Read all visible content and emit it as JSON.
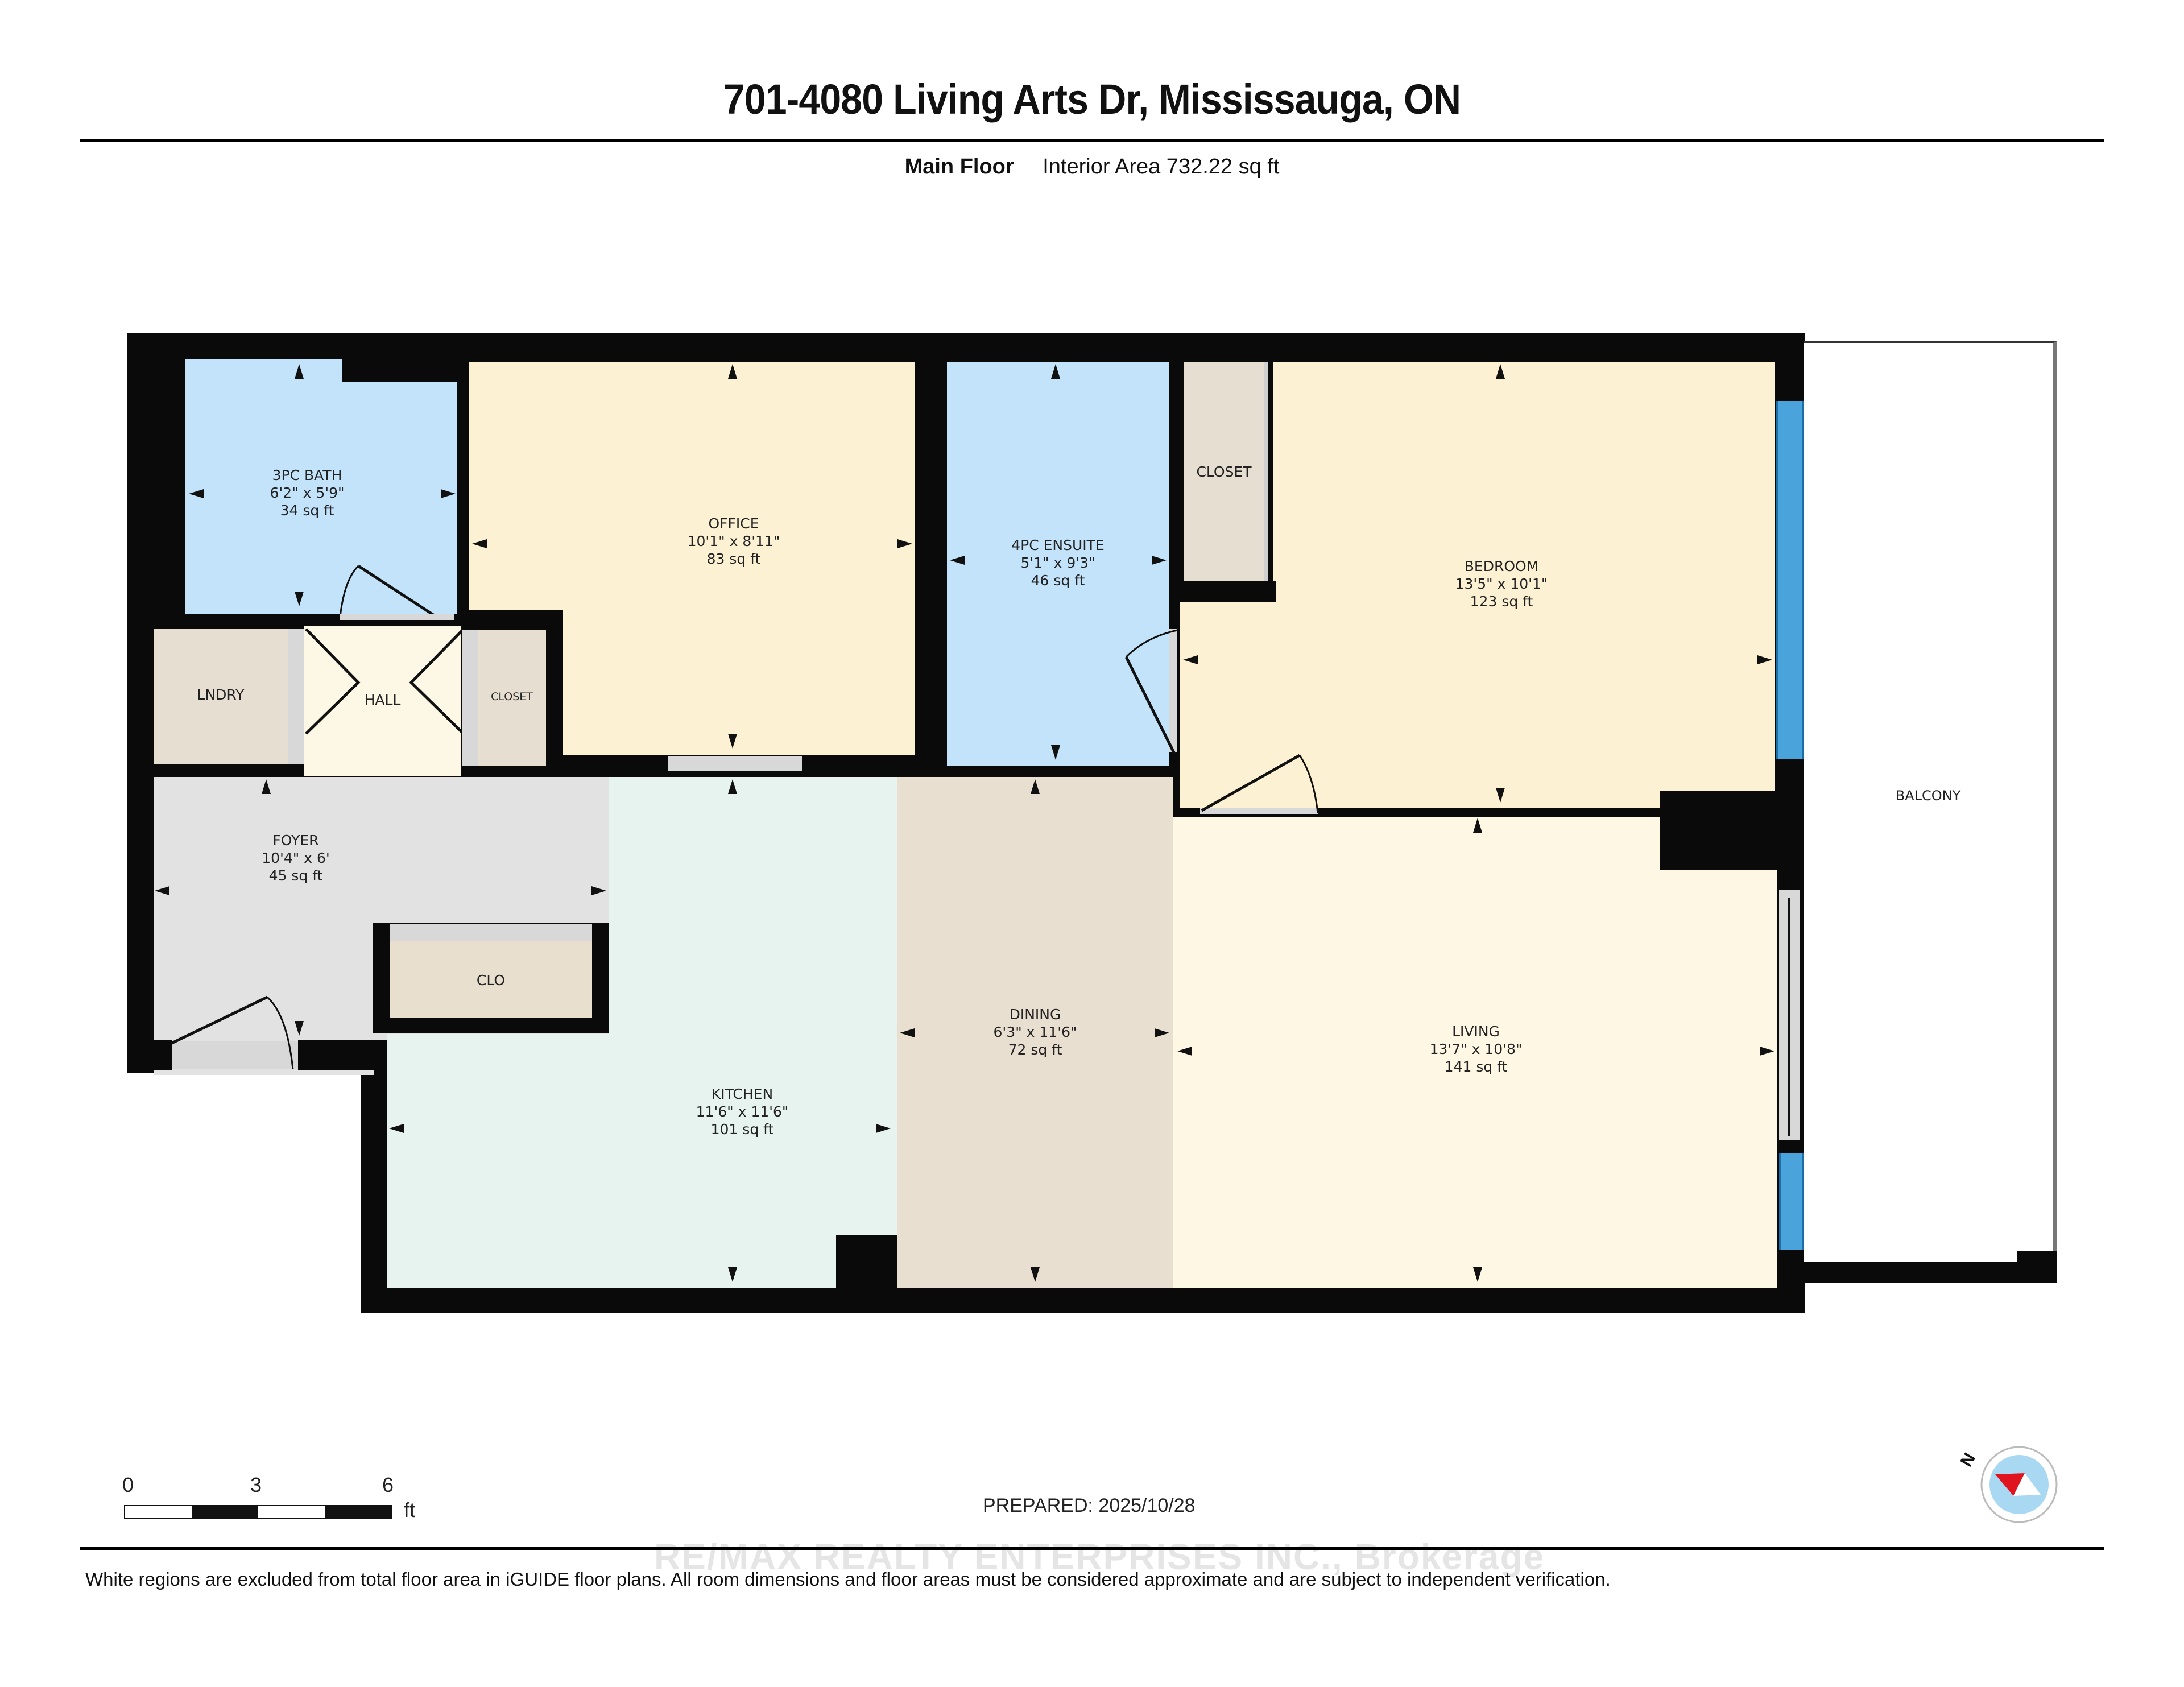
{
  "header": {
    "title": "701-4080 Living Arts Dr, Mississauga, ON",
    "floor_label": "Main Floor",
    "interior_area": "Interior Area 732.22 sq ft"
  },
  "rooms": {
    "bath3": {
      "name": "3PC BATH",
      "dims": "6'2\" x 5'9\"",
      "area": "34 sq ft",
      "color": "#c3e3fa"
    },
    "office": {
      "name": "OFFICE",
      "dims": "10'1\" x 8'11\"",
      "area": "83 sq ft",
      "color": "#fdf1d3"
    },
    "ensuite4": {
      "name": "4PC ENSUITE",
      "dims": "5'1\" x 9'3\"",
      "area": "46 sq ft",
      "color": "#c3e3fa"
    },
    "closet_bed": {
      "name": "CLOSET",
      "color": "#e6ded0"
    },
    "bedroom": {
      "name": "BEDROOM",
      "dims": "13'5\" x 10'1\"",
      "area": "123 sq ft",
      "color": "#fdf1d3"
    },
    "laundry": {
      "name": "LNDRY",
      "color": "#e6ded0"
    },
    "hall": {
      "name": "HALL",
      "color": "#fdf8e6"
    },
    "closet_hall": {
      "name": "CLOSET",
      "color": "#e6ded0"
    },
    "foyer": {
      "name": "FOYER",
      "dims": "10'4\" x 6'",
      "area": "45 sq ft",
      "color": "#e2e2e2"
    },
    "clo": {
      "name": "CLO",
      "color": "#e9dfcf"
    },
    "kitchen": {
      "name": "KITCHEN",
      "dims": "11'6\" x 11'6\"",
      "area": "101 sq ft",
      "color": "#e6f3ee"
    },
    "dining": {
      "name": "DINING",
      "dims": "6'3\" x 11'6\"",
      "area": "72 sq ft",
      "color": "#e8dfd0"
    },
    "living": {
      "name": "LIVING",
      "dims": "13'7\" x 10'8\"",
      "area": "141 sq ft",
      "color": "#fef7e4"
    },
    "balcony": {
      "name": "BALCONY",
      "color": "#ffffff"
    }
  },
  "scale_bar": {
    "ticks": [
      "0",
      "3",
      "6"
    ],
    "unit": "ft"
  },
  "prepared": "PREPARED: 2025/10/28",
  "watermark": "RE/MAX REALTY ENTERPRISES INC., Brokerage",
  "footer_note": "White regions are excluded from total floor area in iGUIDE floor plans. All room dimensions and floor areas must be considered approximate and are subject to independent verification.",
  "compass": {
    "label": "N",
    "pointer_color": "#e0141e",
    "dial_color": "#a9d8f2"
  },
  "colors": {
    "wall": "#0a0a0a",
    "window": "#4aa3da"
  }
}
